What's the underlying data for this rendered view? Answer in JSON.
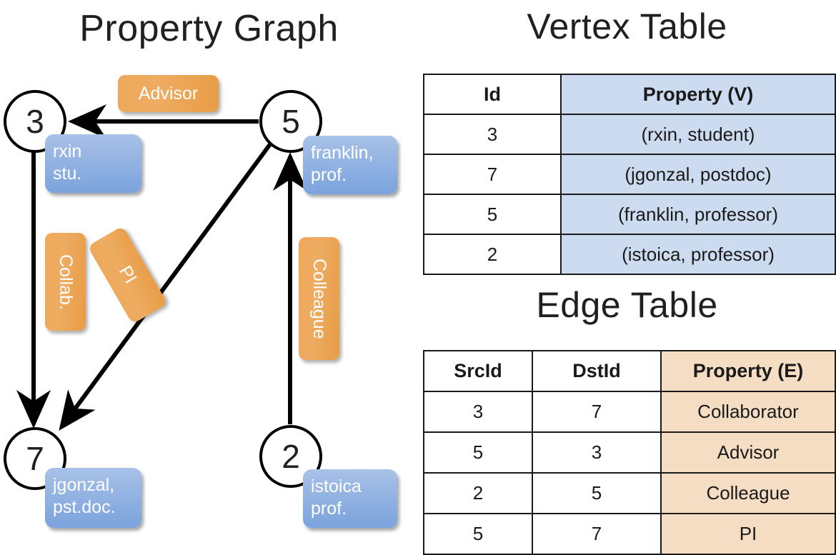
{
  "titles": {
    "property_graph": "Property Graph",
    "vertex_table": "Vertex Table",
    "edge_table": "Edge Table"
  },
  "graph": {
    "nodes": [
      {
        "id": "3",
        "property_label": "rxin\nstu."
      },
      {
        "id": "5",
        "property_label": "franklin,\nprof."
      },
      {
        "id": "7",
        "property_label": "jgonzal,\npst.doc."
      },
      {
        "id": "2",
        "property_label": "istoica\nprof."
      }
    ],
    "node_labels": {
      "n3_line1": "rxin",
      "n3_line2": "stu.",
      "n5_line1": "franklin,",
      "n5_line2": "prof.",
      "n7_line1": "jgonzal,",
      "n7_line2": "pst.doc.",
      "n2_line1": "istoica",
      "n2_line2": "prof."
    },
    "edge_labels": {
      "advisor": "Advisor",
      "collab": "Collab.",
      "pi": "PI",
      "colleague": "Colleague"
    },
    "edges": [
      {
        "from": "5",
        "to": "3",
        "label": "Advisor"
      },
      {
        "from": "3",
        "to": "7",
        "label": "Collab."
      },
      {
        "from": "5",
        "to": "7",
        "label": "PI"
      },
      {
        "from": "2",
        "to": "5",
        "label": "Colleague"
      }
    ]
  },
  "vertex_table": {
    "headers": [
      "Id",
      "Property (V)"
    ],
    "rows": [
      {
        "id": "3",
        "property": "(rxin, student)"
      },
      {
        "id": "7",
        "property": "(jgonzal, postdoc)"
      },
      {
        "id": "5",
        "property": "(franklin, professor)"
      },
      {
        "id": "2",
        "property": "(istoica, professor)"
      }
    ]
  },
  "edge_table": {
    "headers": [
      "SrcId",
      "DstId",
      "Property (E)"
    ],
    "rows": [
      {
        "src": "3",
        "dst": "7",
        "property": "Collaborator"
      },
      {
        "src": "5",
        "dst": "3",
        "property": "Advisor"
      },
      {
        "src": "2",
        "dst": "5",
        "property": "Colleague"
      },
      {
        "src": "5",
        "dst": "7",
        "property": "PI"
      }
    ]
  },
  "colors": {
    "vertex_header_fill": "#ccdbef",
    "edge_header_fill": "#f5ddc3",
    "vertex_box": "#7ba3dd",
    "edge_box": "#e89c45",
    "stroke": "#000000"
  }
}
